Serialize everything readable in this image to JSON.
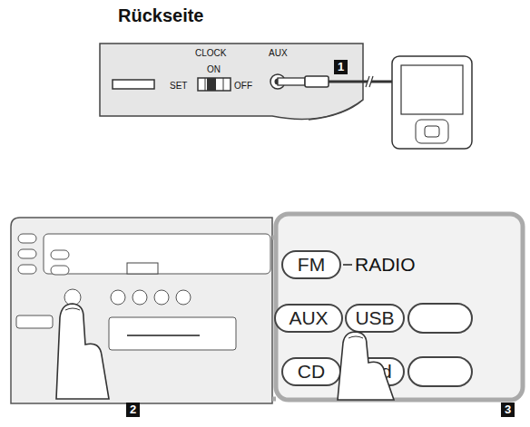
{
  "diagram": {
    "title": "Rückseite",
    "nodes": [
      {
        "text": [
          "FM"
        ]
      },
      {
        "text": [
          "AUX"
        ]
      },
      {
        "text": [
          "USB"
        ]
      },
      {
        "text": [
          "CD"
        ]
      },
      {
        "text": [
          "Pod"
        ]
      }
    ],
    "labels": [
      "CLOCK",
      "ON",
      "SET",
      "OFF",
      "AUX",
      "RADIO",
      "1",
      "2",
      "3"
    ]
  }
}
